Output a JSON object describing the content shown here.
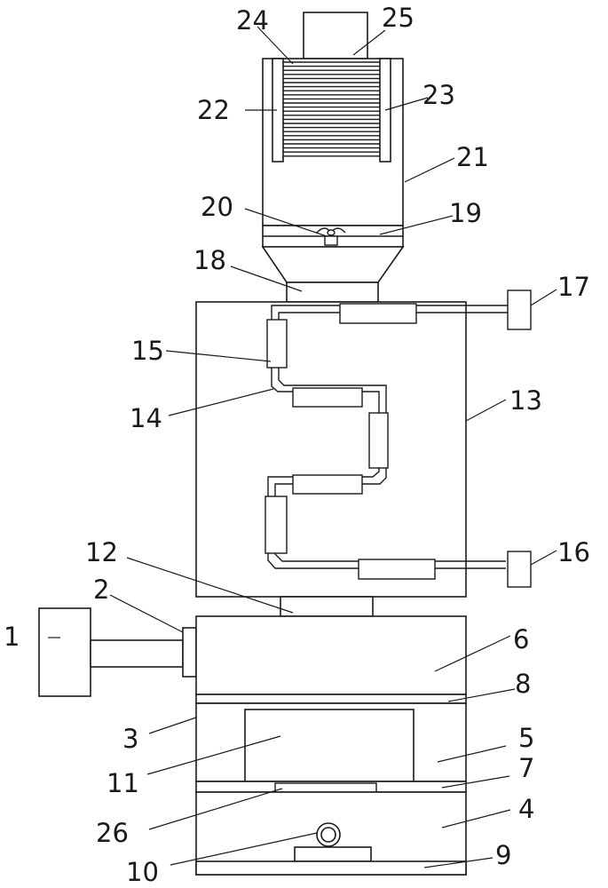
{
  "diagram": {
    "labels": {
      "n1": "1",
      "n2": "2",
      "n3": "3",
      "n4": "4",
      "n5": "5",
      "n6": "6",
      "n7": "7",
      "n8": "8",
      "n9": "9",
      "n10": "10",
      "n11": "11",
      "n12": "12",
      "n13": "13",
      "n14": "14",
      "n15": "15",
      "n16": "16",
      "n17": "17",
      "n18": "18",
      "n19": "19",
      "n20": "20",
      "n21": "21",
      "n22": "22",
      "n23": "23",
      "n24": "24",
      "n25": "25",
      "n26": "26"
    }
  }
}
